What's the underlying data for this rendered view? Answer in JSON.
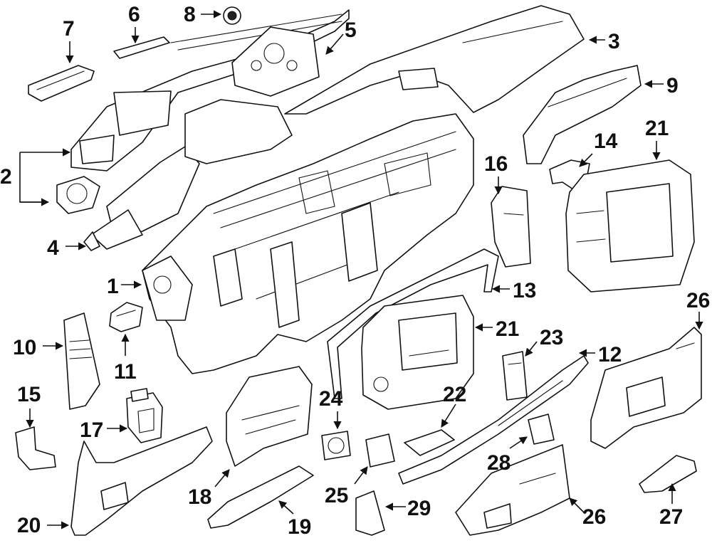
{
  "diagram": {
    "callouts": [
      "1",
      "2",
      "3",
      "4",
      "5",
      "6",
      "7",
      "8",
      "9",
      "10",
      "11",
      "12",
      "13",
      "14",
      "15",
      "16",
      "17",
      "18",
      "19",
      "20",
      "21",
      "21",
      "22",
      "23",
      "24",
      "25",
      "26",
      "26",
      "27",
      "28",
      "29"
    ]
  }
}
